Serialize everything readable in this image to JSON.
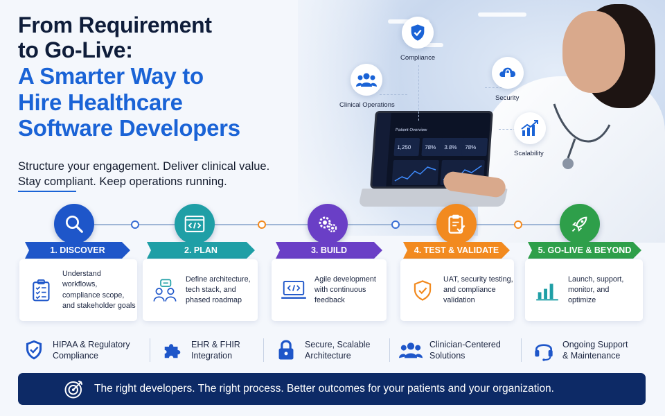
{
  "hero": {
    "title_line1": "From Requirement",
    "title_line2": "to Go-Live:",
    "title_line3": "A Smarter Way to",
    "title_line4": "Hire Healthcare",
    "title_line5": "Software Developers",
    "subtitle_line1": "Structure your engagement. Deliver clinical value.",
    "subtitle_line2": "Stay compliant. Keep operations running."
  },
  "floating_icons": [
    {
      "label": "Compliance",
      "icon": "shield-check-icon"
    },
    {
      "label": "Clinical Operations",
      "icon": "people-group-icon"
    },
    {
      "label": "Security",
      "icon": "cloud-lock-icon"
    },
    {
      "label": "Scalability",
      "icon": "growth-chart-icon"
    }
  ],
  "laptop": {
    "screen_title": "Patient Overview",
    "stats": [
      "1,250",
      "78%",
      "3.8%",
      "78%"
    ]
  },
  "steps": [
    {
      "label": "1. DISCOVER",
      "color": "#1e56c9",
      "icon": "magnifier-icon",
      "lines": [
        "Understand workflows,",
        "compliance scope,",
        "and stakeholder goals"
      ],
      "card_icon": "clipboard-checklist-icon"
    },
    {
      "label": "2. PLAN",
      "color": "#1f9fa6",
      "icon": "code-window-icon",
      "lines": [
        "Define architecture,",
        "tech stack, and",
        "phased roadmap"
      ],
      "card_icon": "team-discussion-icon"
    },
    {
      "label": "3. BUILD",
      "color": "#6a3fc6",
      "icon": "gears-icon",
      "lines": [
        "Agile development",
        "with continuous",
        "feedback"
      ],
      "card_icon": "laptop-code-icon"
    },
    {
      "label": "4. TEST & VALIDATE",
      "color": "#f28a1f",
      "icon": "clipboard-check-icon",
      "lines": [
        "UAT, security testing,",
        "and compliance",
        "validation"
      ],
      "card_icon": "shield-check-icon"
    },
    {
      "label": "5. GO-LIVE & BEYOND",
      "color": "#2e9f4a",
      "icon": "rocket-icon",
      "lines": [
        "Launch, support,",
        "monitor, and",
        "optimize"
      ],
      "card_icon": "bar-chart-icon"
    }
  ],
  "features": [
    {
      "line1": "HIPAA & Regulatory",
      "line2": "Compliance",
      "icon": "shield-check-icon"
    },
    {
      "line1": "EHR & FHIR",
      "line2": "Integration",
      "icon": "puzzle-icon"
    },
    {
      "line1": "Secure, Scalable",
      "line2": "Architecture",
      "icon": "padlock-icon"
    },
    {
      "line1": "Clinician-Centered",
      "line2": "Solutions",
      "icon": "people-group-icon"
    },
    {
      "line1": "Ongoing Support",
      "line2": "& Maintenance",
      "icon": "headset-icon"
    }
  ],
  "bottom": {
    "text": "The right developers. The right process. Better outcomes for your patients and your organization.",
    "icon": "target-icon"
  },
  "colors": {
    "navy": "#0d2a66",
    "accent_blue": "#1a63d6",
    "title_dark": "#0f1d3a"
  }
}
